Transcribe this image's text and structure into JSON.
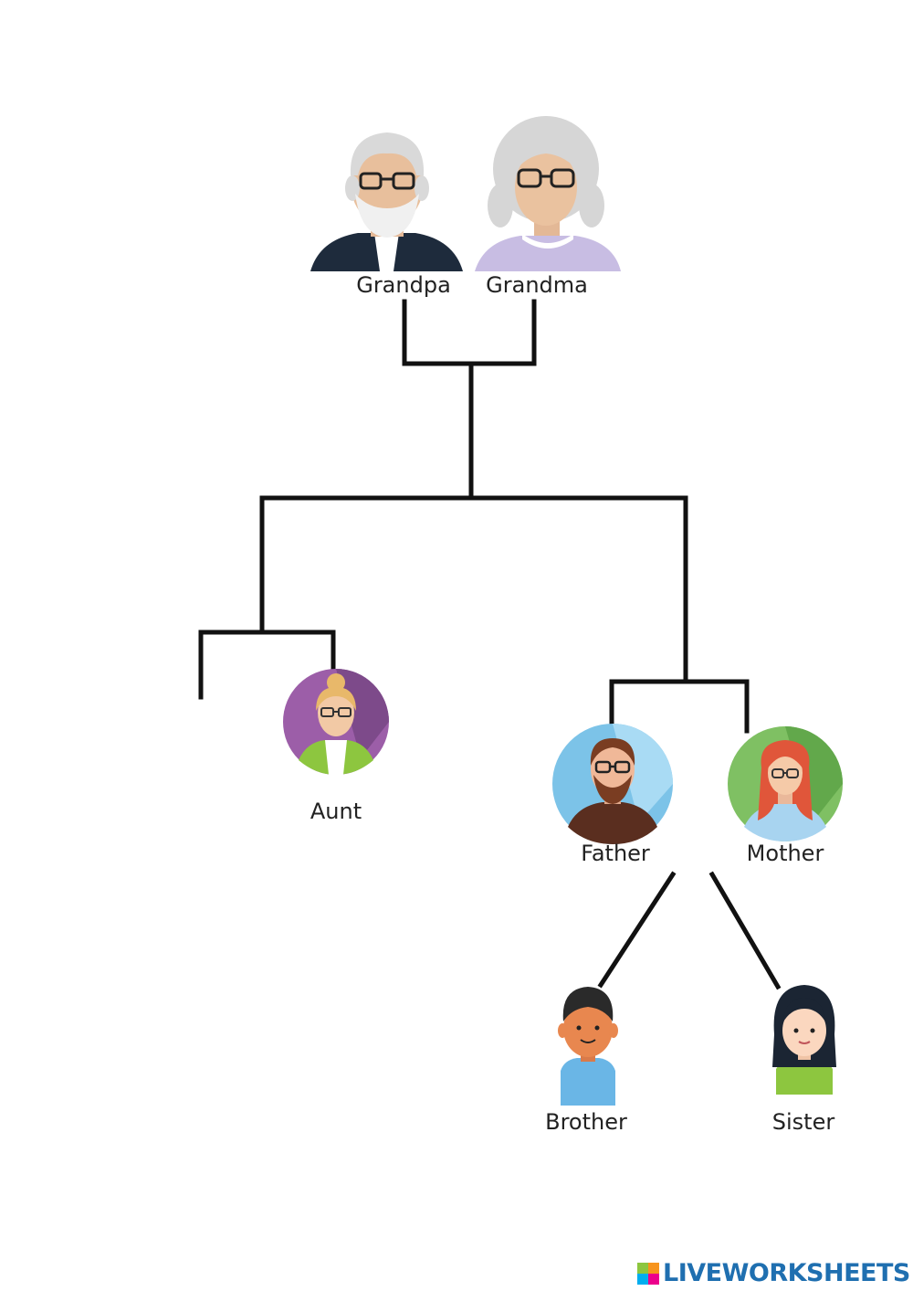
{
  "members": {
    "grandpa": "Grandpa",
    "grandma": "Grandma",
    "aunt": "Aunt",
    "father": "Father",
    "mother": "Mother",
    "brother": "Brother",
    "sister": "Sister"
  },
  "brand": {
    "name": "LIVEWORKSHEETS",
    "color": "#1f6fb0"
  },
  "colors": {
    "line": "#111111",
    "aunt_bg": "#9c5ea8",
    "father_bg": "#7cc3e8",
    "mother_bg": "#7fc063"
  }
}
